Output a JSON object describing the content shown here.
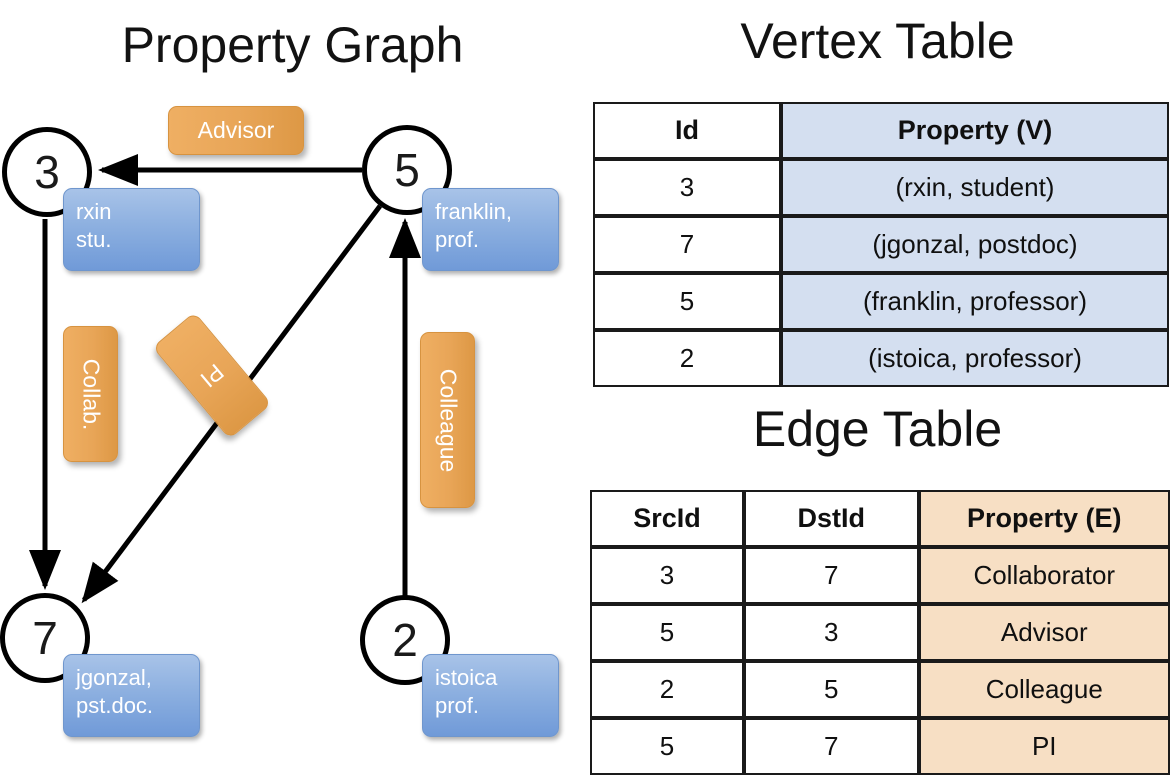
{
  "titles": {
    "property_graph": "Property Graph",
    "vertex_table": "Vertex Table",
    "edge_table": "Edge Table"
  },
  "graph": {
    "nodes": [
      {
        "id": "3",
        "property": "rxin\nstu."
      },
      {
        "id": "5",
        "property": "franklin,\nprof."
      },
      {
        "id": "7",
        "property": "jgonzal,\npst.doc."
      },
      {
        "id": "2",
        "property": "istoica\nprof."
      }
    ],
    "node_labels": {
      "n3": "3",
      "n5": "5",
      "n7": "7",
      "n2": "2"
    },
    "node_properties": {
      "n3_line1": "rxin",
      "n3_line2": "stu.",
      "n5_line1": "franklin,",
      "n5_line2": "prof.",
      "n7_line1": "jgonzal,",
      "n7_line2": "pst.doc.",
      "n2_line1": "istoica",
      "n2_line2": "prof."
    },
    "edge_labels": {
      "advisor": "Advisor",
      "collab": "Collab.",
      "pi": "PI",
      "colleague": "Colleague"
    },
    "edges": [
      {
        "from": "5",
        "to": "3",
        "label": "Advisor"
      },
      {
        "from": "3",
        "to": "7",
        "label": "Collab."
      },
      {
        "from": "5",
        "to": "7",
        "label": "PI"
      },
      {
        "from": "2",
        "to": "5",
        "label": "Colleague"
      }
    ]
  },
  "vertex_table": {
    "headers": [
      "Id",
      "Property (V)"
    ],
    "rows": [
      {
        "id": "3",
        "property": "(rxin, student)"
      },
      {
        "id": "7",
        "property": "(jgonzal, postdoc)"
      },
      {
        "id": "5",
        "property": "(franklin, professor)"
      },
      {
        "id": "2",
        "property": "(istoica, professor)"
      }
    ]
  },
  "edge_table": {
    "headers": [
      "SrcId",
      "DstId",
      "Property (E)"
    ],
    "rows": [
      {
        "src": "3",
        "dst": "7",
        "property": "Collaborator"
      },
      {
        "src": "5",
        "dst": "3",
        "property": "Advisor"
      },
      {
        "src": "2",
        "dst": "5",
        "property": "Colleague"
      },
      {
        "src": "5",
        "dst": "7",
        "property": "PI"
      }
    ]
  },
  "colors": {
    "vertex_property_fill": "#d4dff0",
    "edge_property_fill": "#f7dfc4",
    "node_box_blue": "#8db0e0",
    "edge_label_orange": "#e8a557",
    "stroke": "#1a1a1a"
  }
}
